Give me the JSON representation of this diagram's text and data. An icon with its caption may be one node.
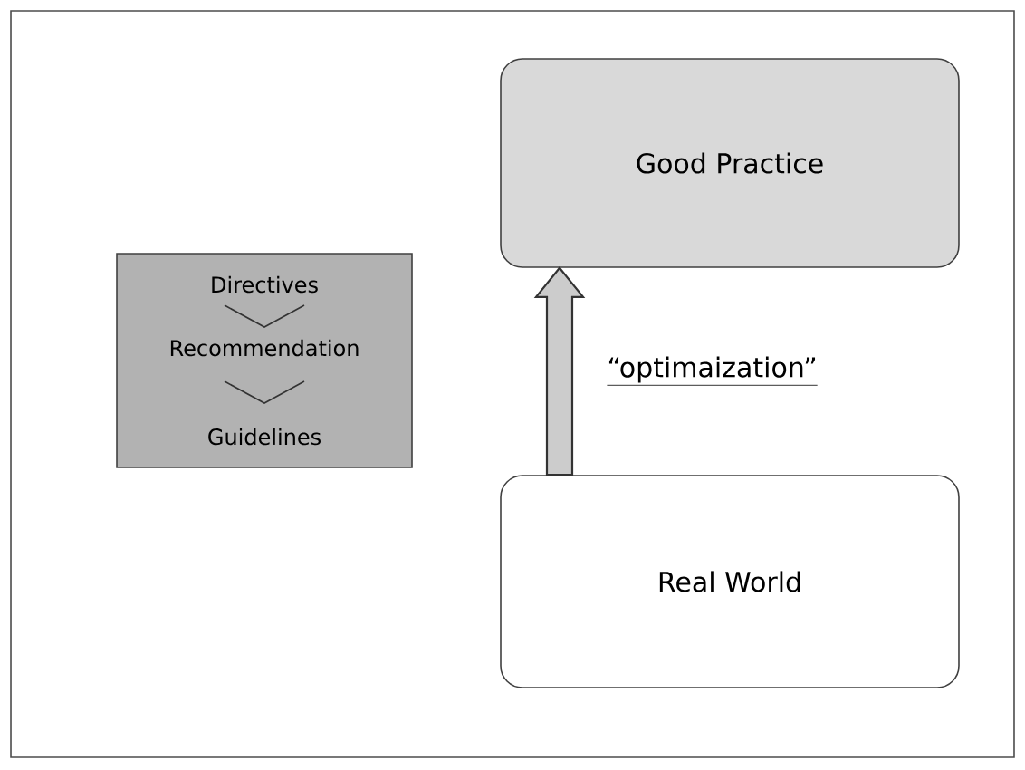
{
  "diagram": {
    "nodes": [
      {
        "text": [],
        "shape": "box"
      },
      {
        "text": [
          "Directives"
        ],
        "in": 0
      },
      {
        "text": [
          "Recommendation"
        ],
        "in": 0
      },
      {
        "text": [
          "Guidelines"
        ],
        "in": 0
      },
      {
        "text": [
          "Good Practice"
        ]
      },
      {
        "text": [
          "Real World"
        ]
      }
    ],
    "edges": [
      {
        "from": 1,
        "to": 2,
        "arrow": "to"
      },
      {
        "from": 2,
        "to": 3,
        "arrow": "to"
      },
      {
        "from": 5,
        "to": 4,
        "arrow": "to",
        "style": "thick",
        "label": "“optimaization”"
      }
    ]
  }
}
